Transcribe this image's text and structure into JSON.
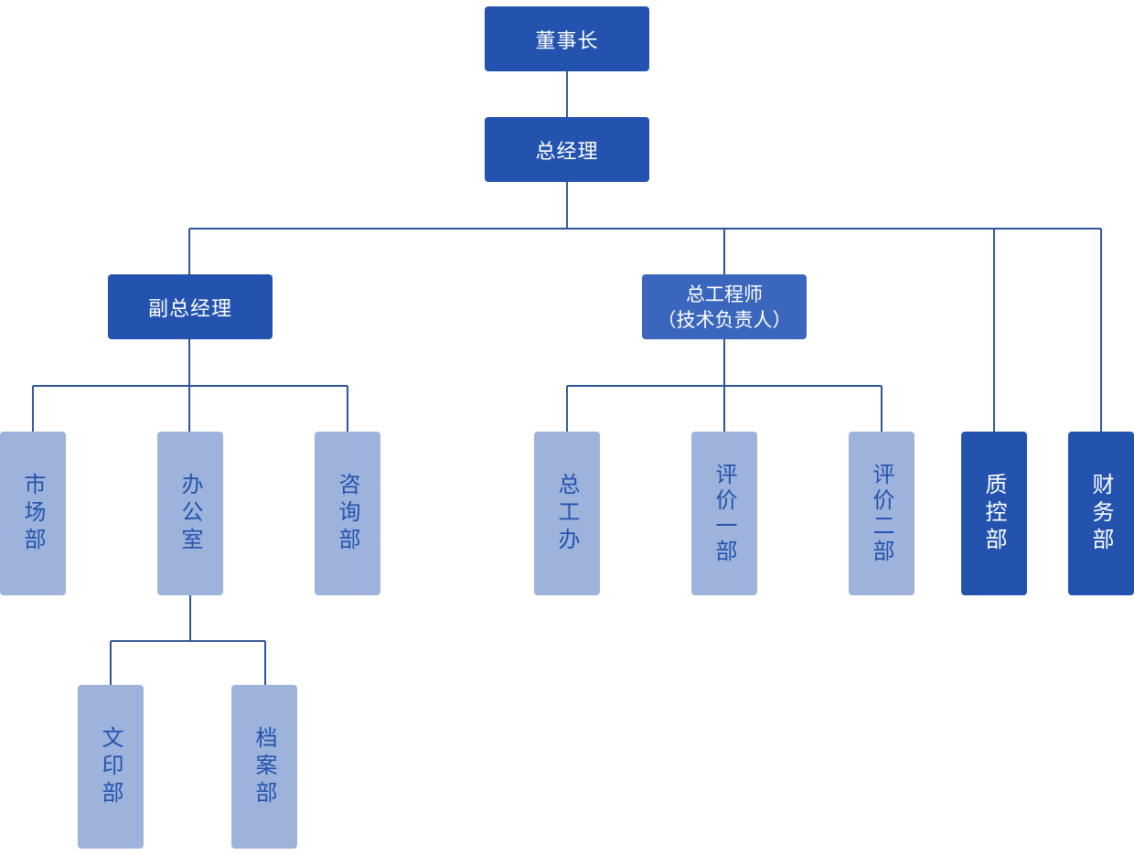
{
  "nodes": {
    "chairman": "董事长",
    "general_manager": "总经理",
    "deputy_gm": "副总经理",
    "chief_engineer_line1": "总工程师",
    "chief_engineer_line2": "（技术负责人）",
    "marketing": "市场部",
    "office": "办公室",
    "consulting": "咨询部",
    "chief_eng_office": "总工办",
    "eval_dept_1": "评价一部",
    "eval_dept_2": "评价二部",
    "quality_control": "质控部",
    "finance": "财务部",
    "printing": "文印部",
    "archives": "档案部"
  },
  "colors": {
    "dark_node": "#2353ae",
    "mid_node": "#3a66bd",
    "light_node": "#9db3dc",
    "connector": "#2f5597"
  }
}
